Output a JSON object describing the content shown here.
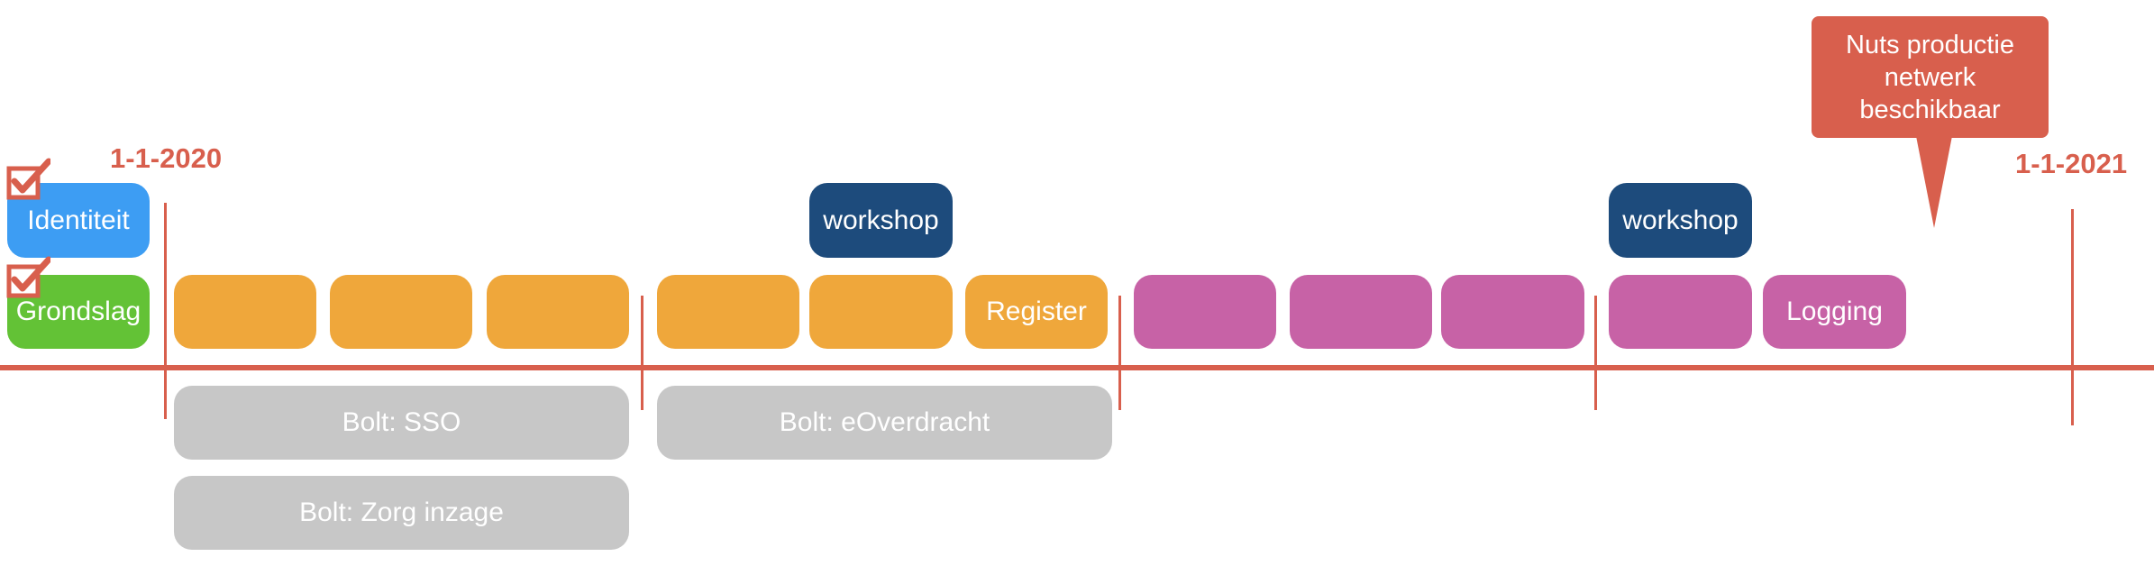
{
  "dates": {
    "start": "1-1-2020",
    "end": "1-1-2021"
  },
  "left_labels": {
    "identiteit": "Identiteit",
    "grondslag": "Grondslag"
  },
  "workshops": [
    "workshop",
    "workshop"
  ],
  "orange_blocks": [
    "",
    "",
    "",
    "",
    "",
    "Register"
  ],
  "magenta_blocks": [
    "",
    "",
    "",
    "",
    "Logging"
  ],
  "bolts": [
    "Bolt: SSO",
    "Bolt: eOverdracht",
    "Bolt: Zorg inzage"
  ],
  "callout": "Nuts productie netwerk beschikbaar",
  "colors": {
    "accent_red": "#d85f4d",
    "blue": "#3d9df3",
    "green": "#63c236",
    "orange": "#efa73b",
    "magenta": "#c762a6",
    "navy": "#1d4b7c",
    "gray": "#c7c7c7"
  },
  "icons": [
    "checkbox-checked-icon",
    "checkbox-checked-icon"
  ]
}
